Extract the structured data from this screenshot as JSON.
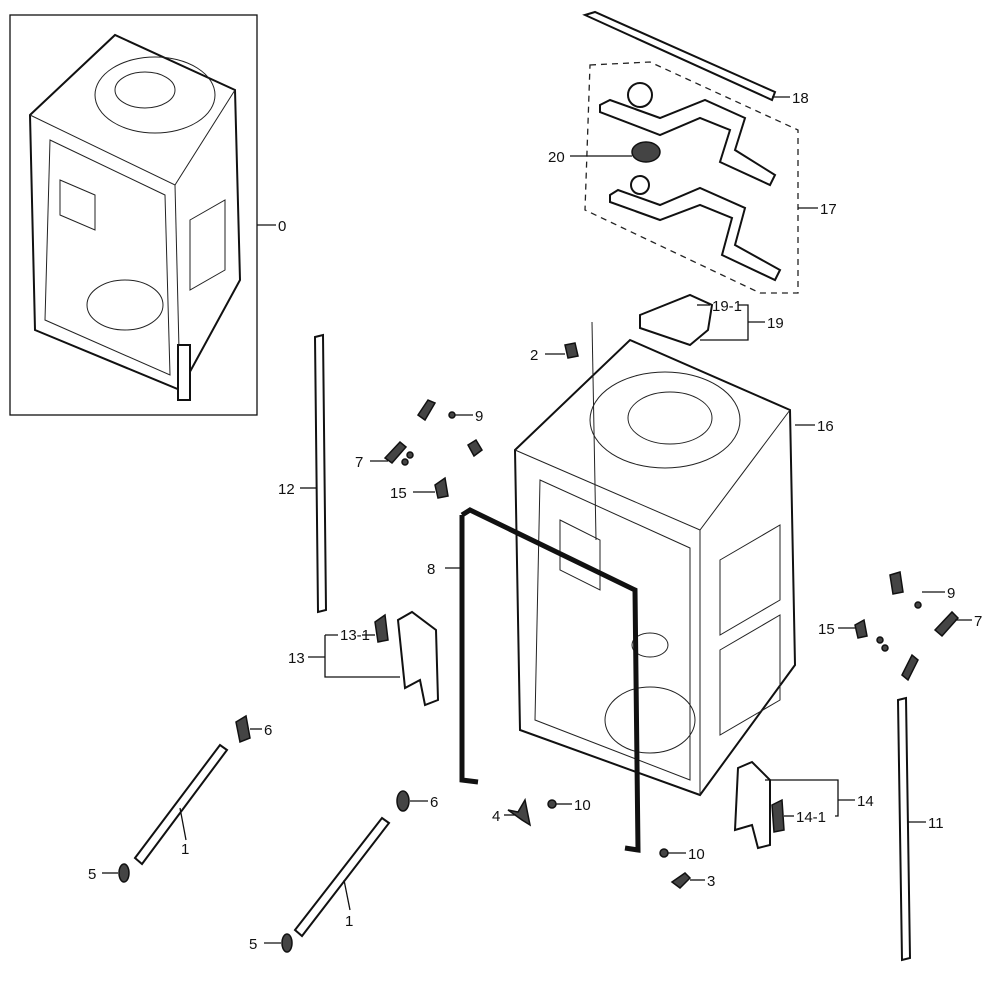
{
  "labels": {
    "l0": "0",
    "l1a": "1",
    "l1b": "1",
    "l2": "2",
    "l3": "3",
    "l4": "4",
    "l5a": "5",
    "l5b": "5",
    "l6a": "6",
    "l6b": "6",
    "l7a": "7",
    "l7b": "7",
    "l8": "8",
    "l9a": "9",
    "l9b": "9",
    "l10a": "10",
    "l10b": "10",
    "l11": "11",
    "l12": "12",
    "l13": "13",
    "l13_1": "13-1",
    "l14": "14",
    "l14_1": "14-1",
    "l15a": "15",
    "l15b": "15",
    "l16": "16",
    "l17": "17",
    "l18": "18",
    "l19": "19",
    "l19_1": "19-1",
    "l20": "20"
  },
  "colors": {
    "line": "#111111",
    "background": "#ffffff"
  }
}
